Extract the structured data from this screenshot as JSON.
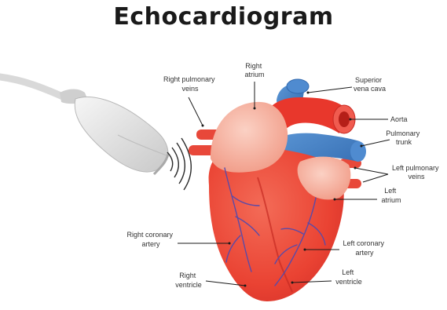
{
  "title": "Echocardiogram",
  "labels": {
    "right_atrium": [
      "Right",
      "atrium"
    ],
    "right_pulmonary_veins": [
      "Right pulmonary",
      "veins"
    ],
    "superior_vena_cava": [
      "Superior",
      "vena cava"
    ],
    "aorta": [
      "Aorta"
    ],
    "pulmonary_trunk": [
      "Pulmonary",
      "trunk"
    ],
    "left_pulmonary_veins": [
      "Left pulmonary",
      "veins"
    ],
    "left_atrium": [
      "Left",
      "atrium"
    ],
    "right_coronary_artery": [
      "Right coronary",
      "artery"
    ],
    "left_coronary_artery": [
      "Left coronary",
      "artery"
    ],
    "right_ventricle": [
      "Right",
      "ventricle"
    ],
    "left_ventricle": [
      "Left",
      "ventricle"
    ]
  },
  "icons": {
    "probe": "ultrasound-probe-icon",
    "waves": "ultrasound-waves-icon",
    "heart": "heart-illustration"
  },
  "colors": {
    "heart_red": "#ee4a3a",
    "heart_light": "#f7b2a2",
    "vein_blue": "#3a78c0",
    "aorta_red": "#e8372c",
    "coronary": "#5a4aa8"
  }
}
